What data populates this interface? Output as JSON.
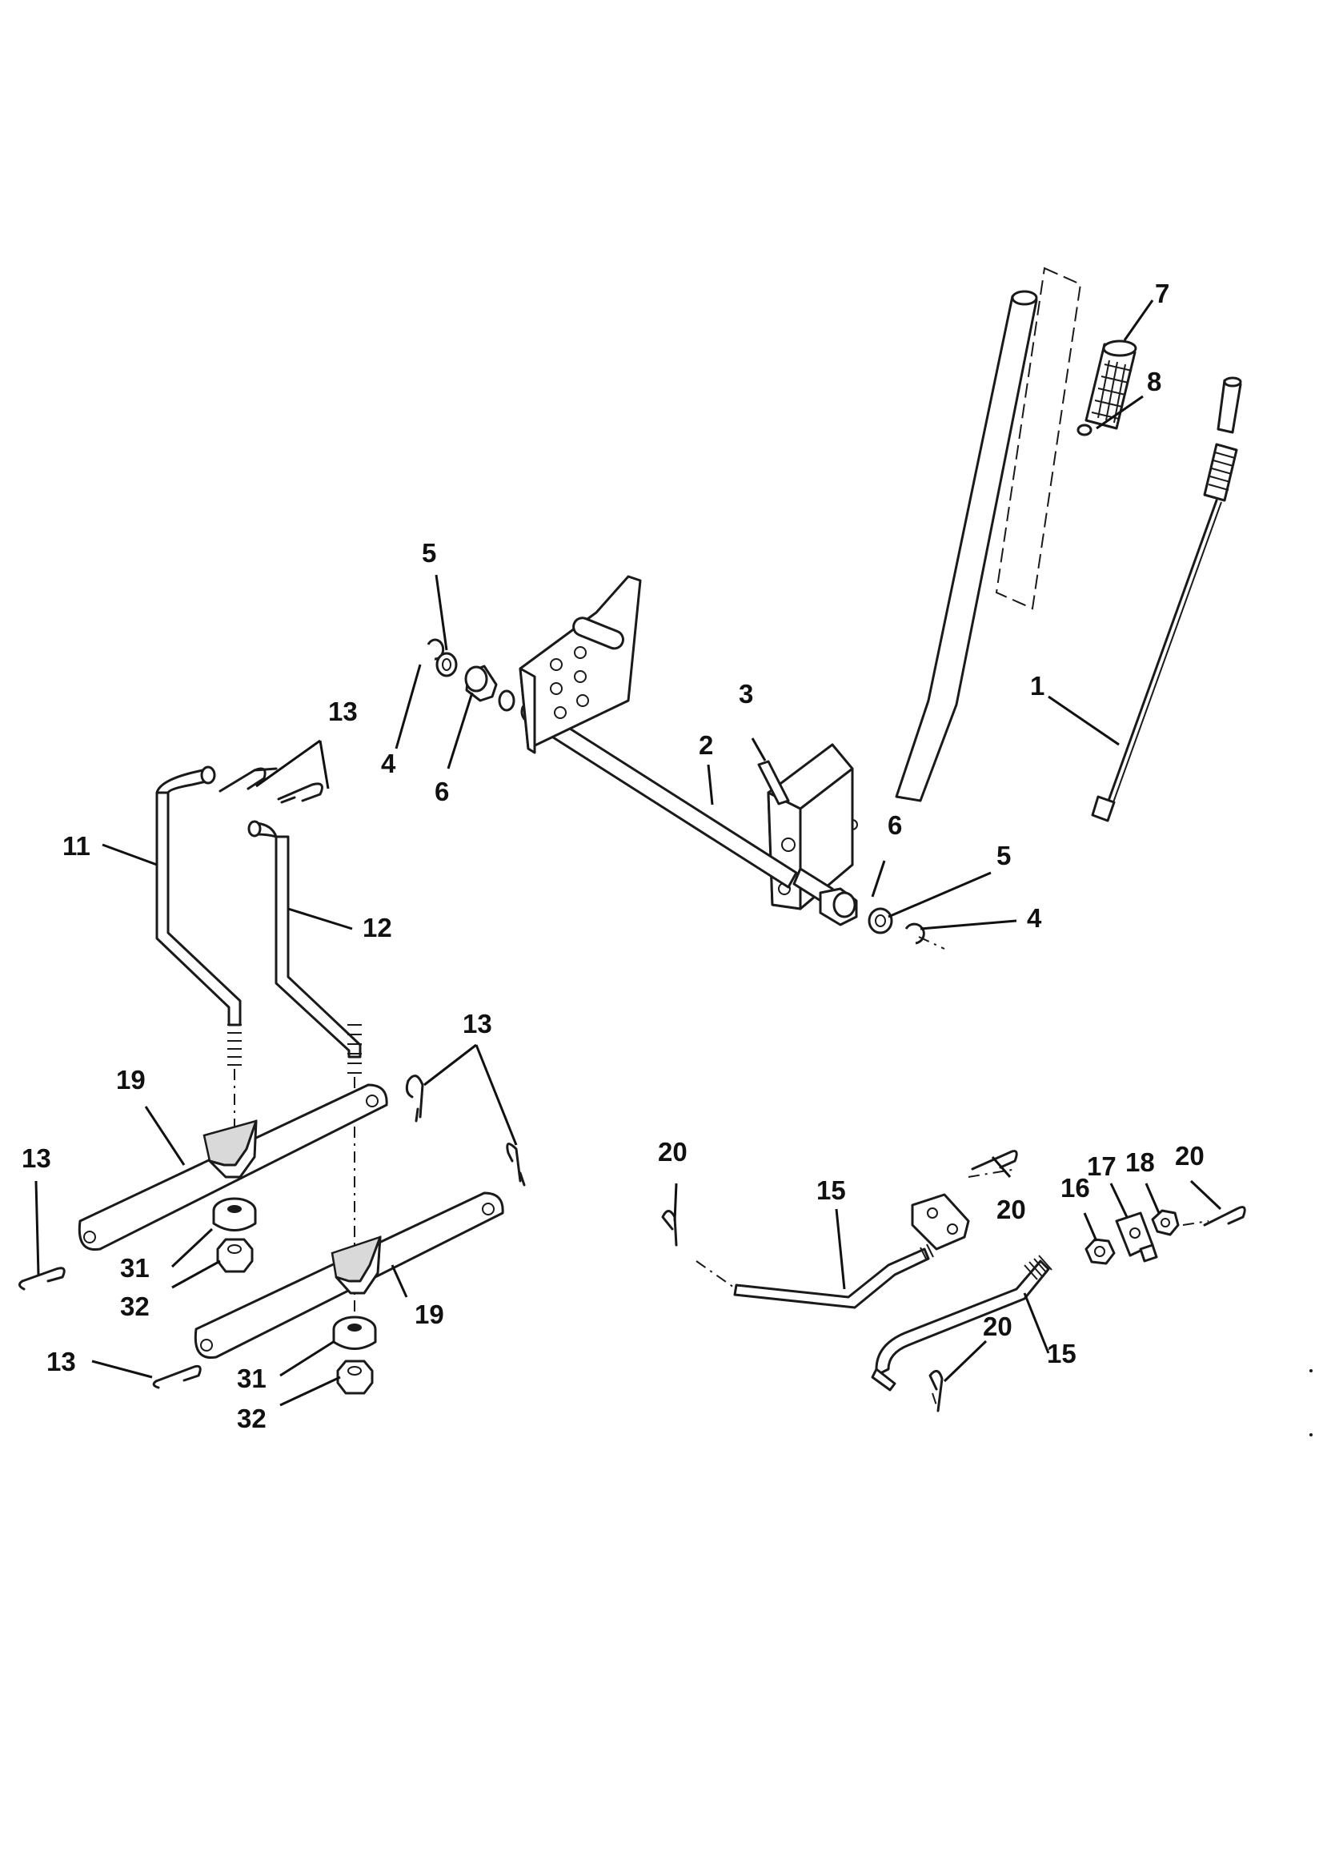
{
  "callouts": [
    {
      "id": "c1",
      "label": "1"
    },
    {
      "id": "c2",
      "label": "2"
    },
    {
      "id": "c3",
      "label": "3"
    },
    {
      "id": "c4a",
      "label": "4"
    },
    {
      "id": "c4b",
      "label": "4"
    },
    {
      "id": "c5a",
      "label": "5"
    },
    {
      "id": "c5b",
      "label": "5"
    },
    {
      "id": "c6a",
      "label": "6"
    },
    {
      "id": "c6b",
      "label": "6"
    },
    {
      "id": "c7",
      "label": "7"
    },
    {
      "id": "c8",
      "label": "8"
    },
    {
      "id": "c11",
      "label": "11"
    },
    {
      "id": "c12",
      "label": "12"
    },
    {
      "id": "c13a",
      "label": "13"
    },
    {
      "id": "c13b",
      "label": "13"
    },
    {
      "id": "c13c",
      "label": "13"
    },
    {
      "id": "c13d",
      "label": "13"
    },
    {
      "id": "c15a",
      "label": "15"
    },
    {
      "id": "c15b",
      "label": "15"
    },
    {
      "id": "c16",
      "label": "16"
    },
    {
      "id": "c17",
      "label": "17"
    },
    {
      "id": "c18",
      "label": "18"
    },
    {
      "id": "c19a",
      "label": "19"
    },
    {
      "id": "c19b",
      "label": "19"
    },
    {
      "id": "c20a",
      "label": "20"
    },
    {
      "id": "c20b",
      "label": "20"
    },
    {
      "id": "c20c",
      "label": "20"
    },
    {
      "id": "c20d",
      "label": "20"
    },
    {
      "id": "c31a",
      "label": "31"
    },
    {
      "id": "c31b",
      "label": "31"
    },
    {
      "id": "c32a",
      "label": "32"
    },
    {
      "id": "c32b",
      "label": "32"
    }
  ]
}
